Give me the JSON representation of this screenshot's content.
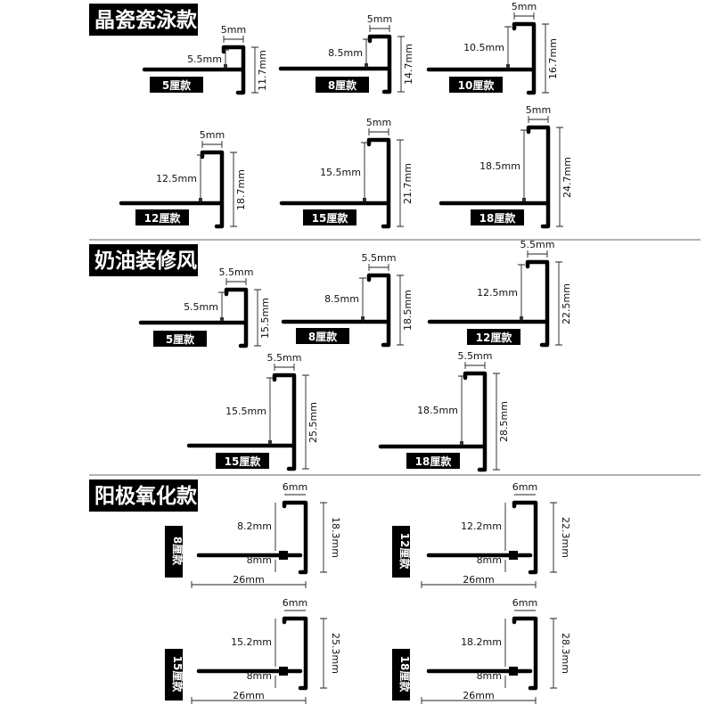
{
  "sections": {
    "crystal": "晶瓷瓷泳款",
    "cream": "奶油装修风",
    "anodized": "阳极氧化款"
  },
  "crystal": [
    {
      "tag": "5厘款",
      "top": "5mm",
      "leg": "5.5mm",
      "height": "11.7mm"
    },
    {
      "tag": "8厘款",
      "top": "5mm",
      "leg": "8.5mm",
      "height": "14.7mm"
    },
    {
      "tag": "10厘款",
      "top": "5mm",
      "leg": "10.5mm",
      "height": "16.7mm"
    },
    {
      "tag": "12厘款",
      "top": "5mm",
      "leg": "12.5mm",
      "height": "18.7mm"
    },
    {
      "tag": "15厘款",
      "top": "5mm",
      "leg": "15.5mm",
      "height": "21.7mm"
    },
    {
      "tag": "18厘款",
      "top": "5mm",
      "leg": "18.5mm",
      "height": "24.7mm"
    }
  ],
  "cream": [
    {
      "tag": "5厘款",
      "top": "5.5mm",
      "leg": "5.5mm",
      "height": "15.5mm"
    },
    {
      "tag": "8厘款",
      "top": "5.5mm",
      "leg": "8.5mm",
      "height": "18.5mm"
    },
    {
      "tag": "12厘款",
      "top": "5.5mm",
      "leg": "12.5mm",
      "height": "22.5mm"
    },
    {
      "tag": "15厘款",
      "top": "5.5mm",
      "leg": "15.5mm",
      "height": "25.5mm"
    },
    {
      "tag": "18厘款",
      "top": "5.5mm",
      "leg": "18.5mm",
      "height": "28.5mm"
    }
  ],
  "anodized": [
    {
      "tag": "8厘款",
      "top": "6mm",
      "upper": "8.2mm",
      "lower": "8mm",
      "height": "18.3mm",
      "base": "26mm"
    },
    {
      "tag": "12厘款",
      "top": "6mm",
      "upper": "12.2mm",
      "lower": "8mm",
      "height": "22.3mm",
      "base": "26mm"
    },
    {
      "tag": "15厘款",
      "top": "6mm",
      "upper": "15.2mm",
      "lower": "8mm",
      "height": "25.3mm",
      "base": "26mm"
    },
    {
      "tag": "18厘款",
      "top": "6mm",
      "upper": "18.2mm",
      "lower": "8mm",
      "height": "28.3mm",
      "base": "26mm"
    }
  ]
}
